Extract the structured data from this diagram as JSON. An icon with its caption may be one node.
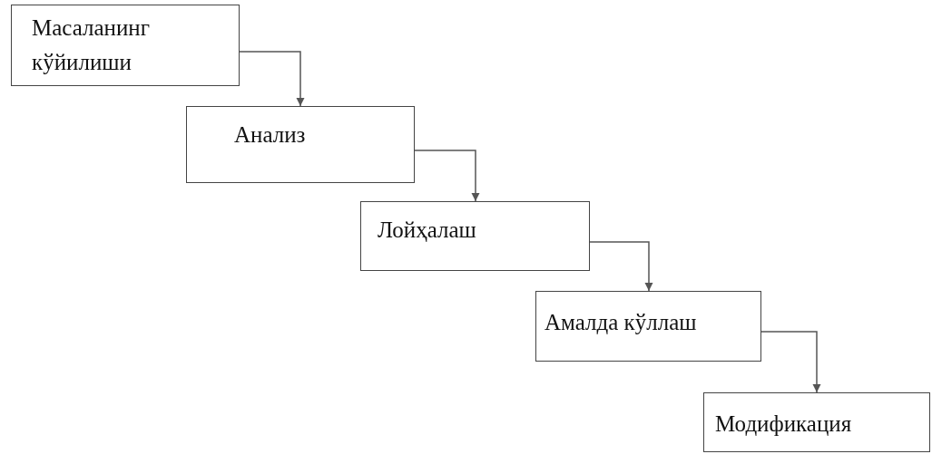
{
  "diagram": {
    "nodes": [
      {
        "text": [
          "Масаланинг кўйилиши"
        ]
      },
      {
        "text": [
          "Анализ"
        ]
      },
      {
        "text": [
          "Лойҳалаш"
        ]
      },
      {
        "text": [
          "Амалда кўллаш"
        ]
      },
      {
        "text": [
          "Модификация"
        ]
      }
    ],
    "edges": [
      {
        "from": 0,
        "to": 1,
        "arrow": "to"
      },
      {
        "from": 1,
        "to": 2,
        "arrow": "to"
      },
      {
        "from": 2,
        "to": 3,
        "arrow": "to"
      },
      {
        "from": 3,
        "to": 4,
        "arrow": "to"
      }
    ]
  }
}
